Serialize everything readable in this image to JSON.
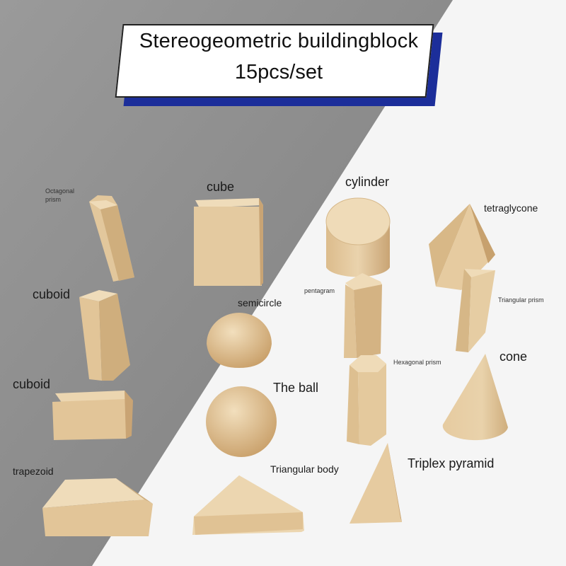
{
  "banner": {
    "line1": "Stereogeometric buildingblock",
    "line2": "15pcs/set"
  },
  "labels": {
    "octagonal_prism": [
      "Octagonal",
      "prism"
    ],
    "cube": "cube",
    "cylinder": "cylinder",
    "tetraglycone": "tetraglycone",
    "cuboid_1": "cuboid",
    "semicircle": "semicircle",
    "pentagram": "pentagram",
    "triangular_prism": "Triangular prism",
    "hexagonal_prism": "Hexagonal prism",
    "cone": "cone",
    "cuboid_2": "cuboid",
    "the_ball": "The ball",
    "trapezoid": "trapezoid",
    "triangular_body": "Triangular body",
    "triplex_pyramid": "Triplex pyramid"
  },
  "colors": {
    "left_background": "#8e8e8e",
    "right_background": "#f5f5f5",
    "wood_light": "#ead3ad",
    "wood_mid": "#dcbd8e",
    "wood_dark": "#c7a16e",
    "banner_shadow": "#1c2e9a"
  }
}
